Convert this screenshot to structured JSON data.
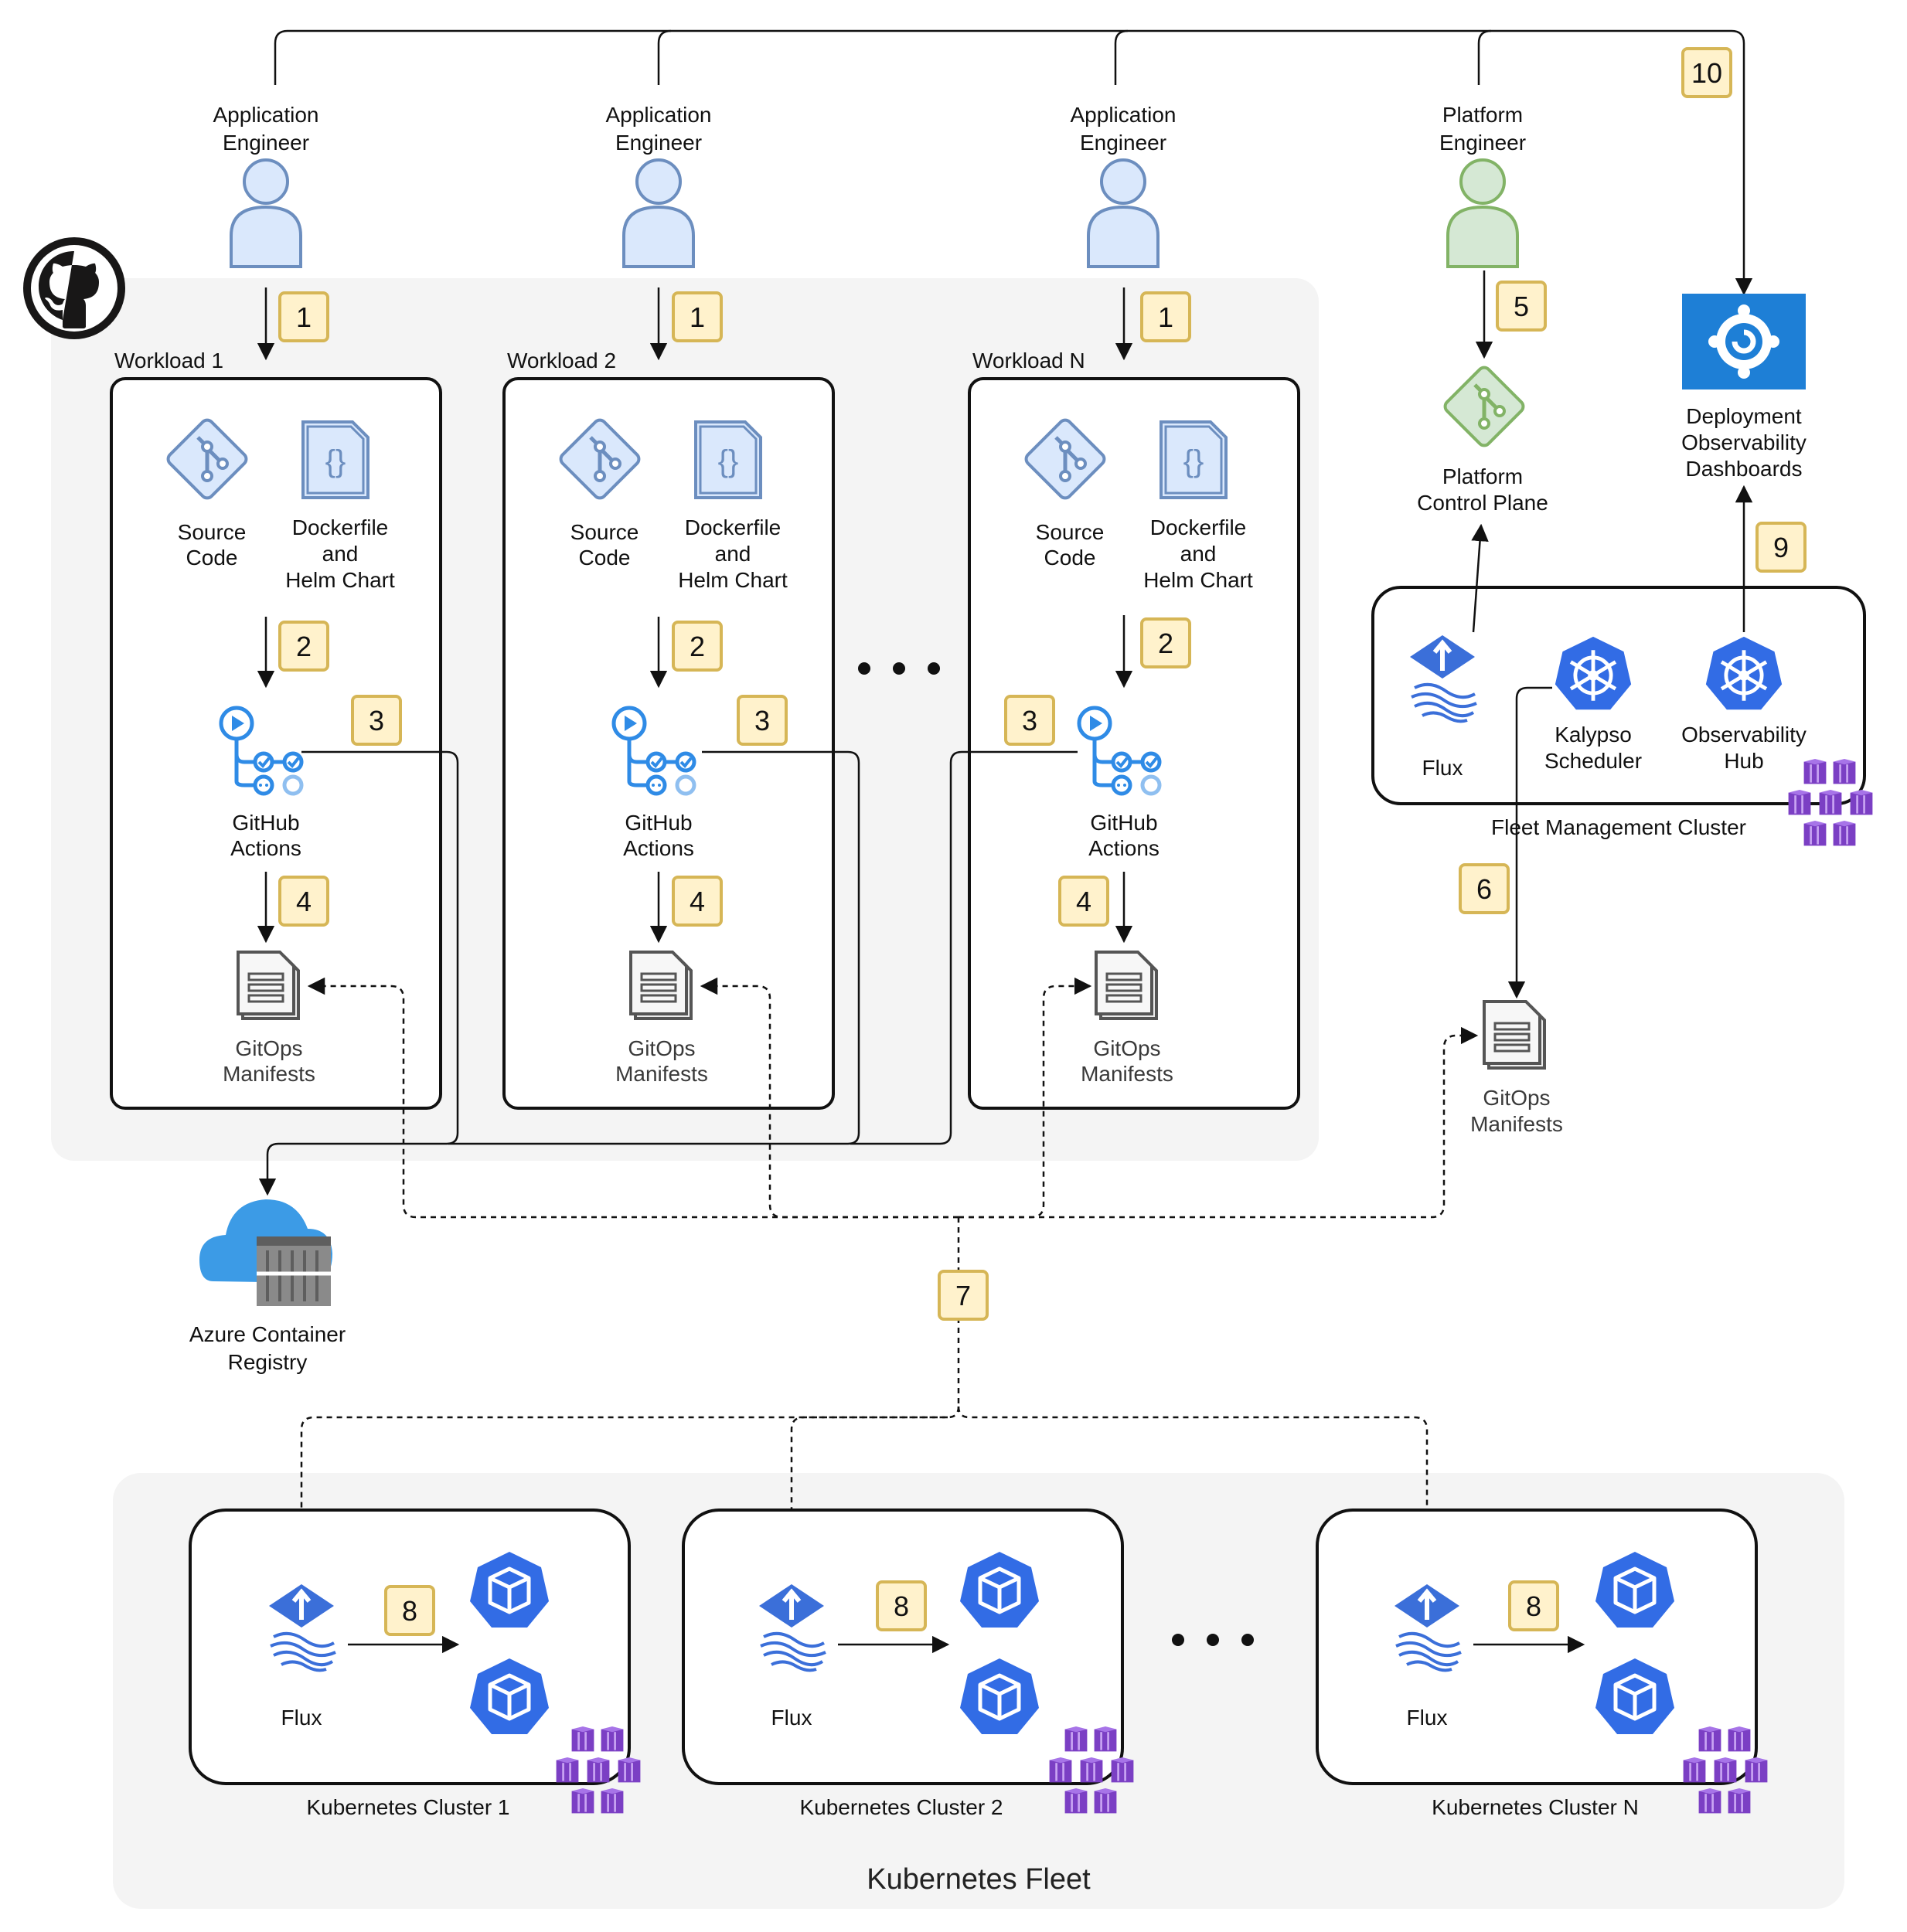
{
  "people": {
    "app1": "Application Engineer",
    "app2": "Application Engineer",
    "appN": "Application Engineer",
    "platform": "Platform Engineer"
  },
  "workloads": [
    {
      "title": "Workload 1",
      "source": "Source Code",
      "docker": "Dockerfile and Helm Chart",
      "actions": "GitHub Actions",
      "manifests": "GitOps Manifests"
    },
    {
      "title": "Workload 2",
      "source": "Source Code",
      "docker": "Dockerfile and Helm Chart",
      "actions": "GitHub Actions",
      "manifests": "GitOps Manifests"
    },
    {
      "title": "Workload N",
      "source": "Source Code",
      "docker": "Dockerfile and Helm Chart",
      "actions": "GitHub Actions",
      "manifests": "GitOps Manifests"
    }
  ],
  "platform": {
    "control_plane": "Platform Control Plane",
    "dashboards": "Deployment Observability Dashboards",
    "fleet_cluster": "Fleet Management Cluster",
    "flux": "Flux",
    "scheduler": "Kalypso Scheduler",
    "hub": "Observability Hub",
    "manifests": "GitOps Manifests"
  },
  "registry": "Azure Container Registry",
  "fleet": {
    "title": "Kubernetes Fleet",
    "clusters": [
      {
        "name": "Kubernetes Cluster 1",
        "flux": "Flux"
      },
      {
        "name": "Kubernetes Cluster 2",
        "flux": "Flux"
      },
      {
        "name": "Kubernetes Cluster N",
        "flux": "Flux"
      }
    ]
  },
  "steps": [
    "1",
    "2",
    "3",
    "4",
    "5",
    "6",
    "7",
    "8",
    "9",
    "10"
  ],
  "colors": {
    "badge_fill": "#fff2cc",
    "badge_stroke": "#d6b656",
    "person_blue": "#dae8fc",
    "person_blue_stroke": "#6c8ebf",
    "person_green": "#d5e8d4",
    "person_green_stroke": "#82b366",
    "k8s_blue": "#326ce5",
    "flux_blue": "#3b6fd9",
    "panel_grey": "#f4f4f4",
    "aks_purple": "#7b3fc4",
    "grafana_blue": "#1e7fd6"
  },
  "icons": [
    "github-icon",
    "git-icon",
    "code-file-icon",
    "github-actions-icon",
    "document-icon",
    "flux-icon",
    "kubernetes-icon",
    "pod-icon",
    "aks-icon",
    "grafana-icon",
    "azure-container-registry-icon",
    "person-icon"
  ]
}
